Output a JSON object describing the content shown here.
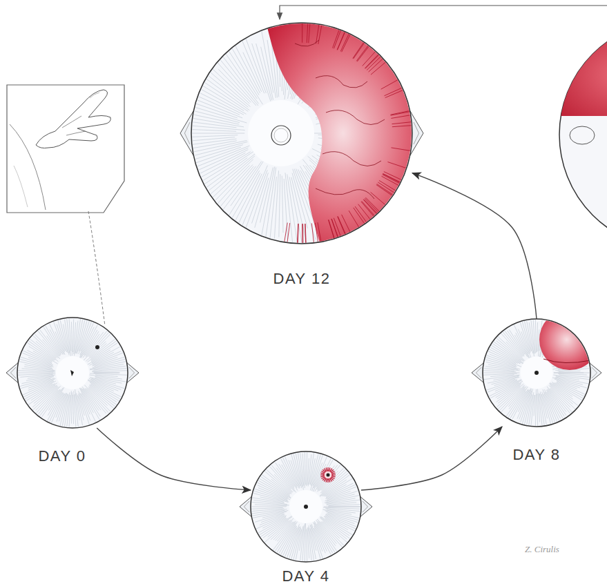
{
  "diagram": {
    "nodes": [
      {
        "text": [
          "DAY 12"
        ]
      },
      {
        "text": [
          "DAY 0"
        ]
      },
      {
        "text": [
          "DAY 8"
        ]
      },
      {
        "text": [
          "DAY 4"
        ]
      }
    ],
    "edges": [
      {
        "from": 1,
        "to": 3,
        "arrow": "to"
      },
      {
        "from": 3,
        "to": 2,
        "arrow": "to"
      },
      {
        "from": 2,
        "to": 0,
        "arrow": "to"
      }
    ],
    "labels": [
      "Z. Cirulis"
    ]
  }
}
